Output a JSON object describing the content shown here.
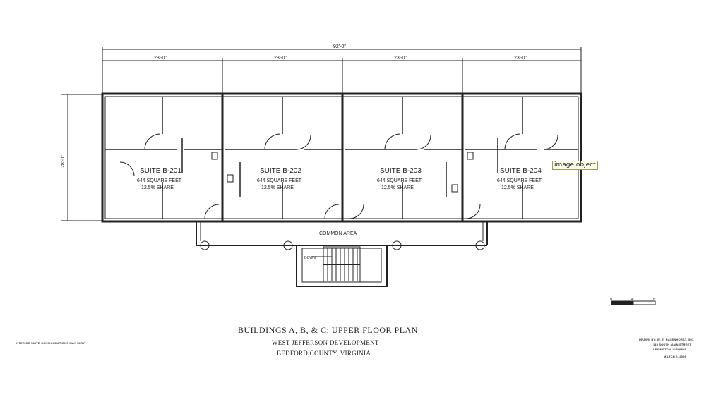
{
  "dimensions": {
    "overall": "92'-0\"",
    "bays": [
      "23'-0\"",
      "23'-0\"",
      "23'-0\"",
      "23'-0\""
    ],
    "depth": "28'-0\""
  },
  "suites": [
    {
      "name": "SUITE B-201",
      "area": "644 SQUARE FEET",
      "share": "12.5% SHARE"
    },
    {
      "name": "SUITE B-202",
      "area": "644 SQUARE FEET",
      "share": "12.5% SHARE"
    },
    {
      "name": "SUITE B-203",
      "area": "644 SQUARE FEET",
      "share": "12.5% SHARE"
    },
    {
      "name": "SUITE B-204",
      "area": "644 SQUARE FEET",
      "share": "12.5% SHARE"
    }
  ],
  "common_area_label": "COMMON AREA",
  "stair_label": "DOWN",
  "tooltip": "image object",
  "scale_bar": {
    "labels": [
      "0",
      "4'",
      "8'"
    ]
  },
  "title": {
    "main": "BUILDINGS A, B, & C:   UPPER FLOOR PLAN",
    "developer": "WEST JEFFERSON DEVELOPMENT",
    "location": "BEDFORD COUNTY, VIRGINIA"
  },
  "note_left": "INTERIOR SUITE CONFIGURATIONS MAY VARY",
  "drawn_by": {
    "lines": [
      "DRAWN BY:  W. E. RAVENHORST, INC.",
      "115 SOUTH MAIN STREET",
      "LEXINGTON, VIRGINIA",
      "MARCH 6, 2006"
    ]
  },
  "colors": {
    "ink": "#222222",
    "paper": "#ffffff",
    "tooltip_bg": "#fbfbe6"
  }
}
